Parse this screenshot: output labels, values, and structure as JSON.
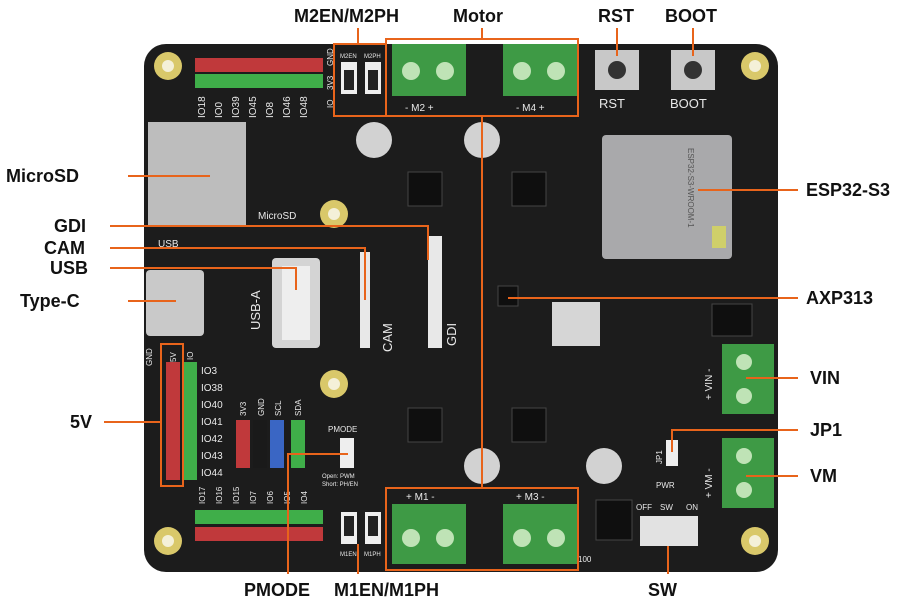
{
  "callouts": {
    "m2en_m2ph": "M2EN/M2PH",
    "motor": "Motor",
    "rst": "RST",
    "boot": "BOOT",
    "microsd": "MicroSD",
    "esp32": "ESP32-S3",
    "gdi": "GDI",
    "cam": "CAM",
    "usb": "USB",
    "axp313": "AXP313",
    "type_c": "Type-C",
    "vin": "VIN",
    "v5": "5V",
    "jp1": "JP1",
    "vm": "VM",
    "pmode": "PMODE",
    "m1en_m1ph": "M1EN/M1PH",
    "sw": "SW"
  },
  "silkscreen": {
    "top_pins": [
      "IO18",
      "IO0",
      "IO39",
      "IO45",
      "IO8",
      "IO46",
      "IO48"
    ],
    "top_jumper_labels": [
      "GND",
      "3V3",
      "IO"
    ],
    "m2en": "M2EN",
    "m2ph": "M2PH",
    "m2_terminal": "-   M2   +",
    "m4_terminal": "-   M4   +",
    "rst_btn": "RST",
    "boot_btn": "BOOT",
    "microsd": "MicroSD",
    "usb": "USB",
    "usb_a": "USB-A",
    "cam": "CAM",
    "gdi": "GDI",
    "left_header_top": [
      "GND",
      "5V",
      "IO"
    ],
    "left_pins": [
      "IO3",
      "IO38",
      "IO40",
      "IO41",
      "IO42",
      "IO43",
      "IO44"
    ],
    "i2c_labels": [
      "3V3",
      "GND",
      "SCL",
      "SDA"
    ],
    "pmode": "PMODE",
    "pmode_note_1": "Open: PWM",
    "pmode_note_2": "Short: PH/EN",
    "bottom_pins": [
      "IO17",
      "IO16",
      "IO15",
      "IO7",
      "IO6",
      "IO5",
      "IO4"
    ],
    "m1en": "M1EN",
    "m1ph": "M1PH",
    "m1_terminal": "+   M1   -",
    "m3_terminal": "+   M3   -",
    "vin": "+ VIN -",
    "vm": "+ VM -",
    "jp1": "JP1",
    "pwr": "PWR",
    "sw_off": "OFF",
    "sw_sw": "SW",
    "sw_on": "ON",
    "num_100": "100",
    "module_text": "ESP32-S3-WROOM-1"
  },
  "colors": {
    "board": "#1c1c1c",
    "callout_line": "#e8641b",
    "terminal_green": "#3e9a45",
    "header_red": "#c0393b",
    "header_green": "#3fae49",
    "header_blue": "#3a66c4",
    "module": "#a9a9ab"
  }
}
